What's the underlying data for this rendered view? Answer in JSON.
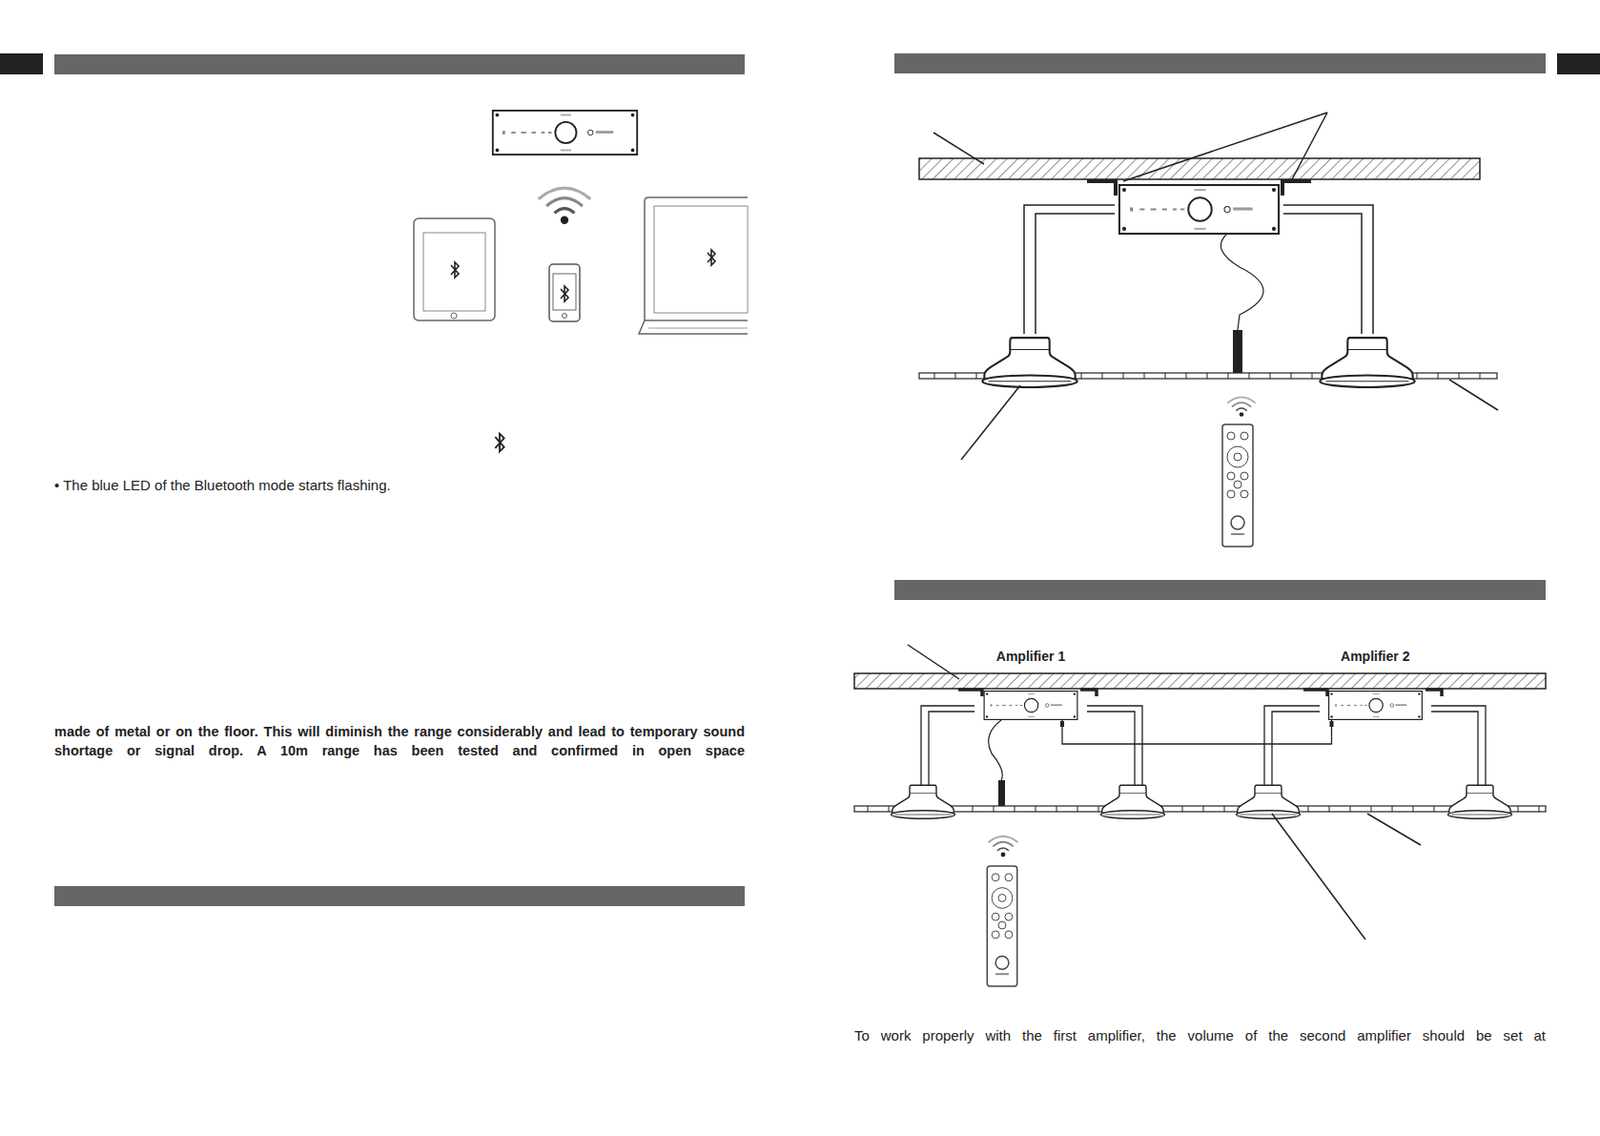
{
  "diagram": {
    "nodes": [
      {
        "text": [
          "Amplifier 1"
        ]
      },
      {
        "text": [
          "Amplifier 2"
        ]
      }
    ],
    "edges": [
      {
        "from": 0,
        "to": 1,
        "arrow": "none"
      }
    ],
    "labels": [
      "• The blue LED of the Bluetooth mode starts flashing.",
      "made of metal or on the floor. This will diminish the range considerably and lead to temporary sound shortage or signal drop. A 10m range has been tested and confirmed in open space",
      "To work properly with the first amplifier, the volume of the second amplifier should be set at"
    ]
  }
}
